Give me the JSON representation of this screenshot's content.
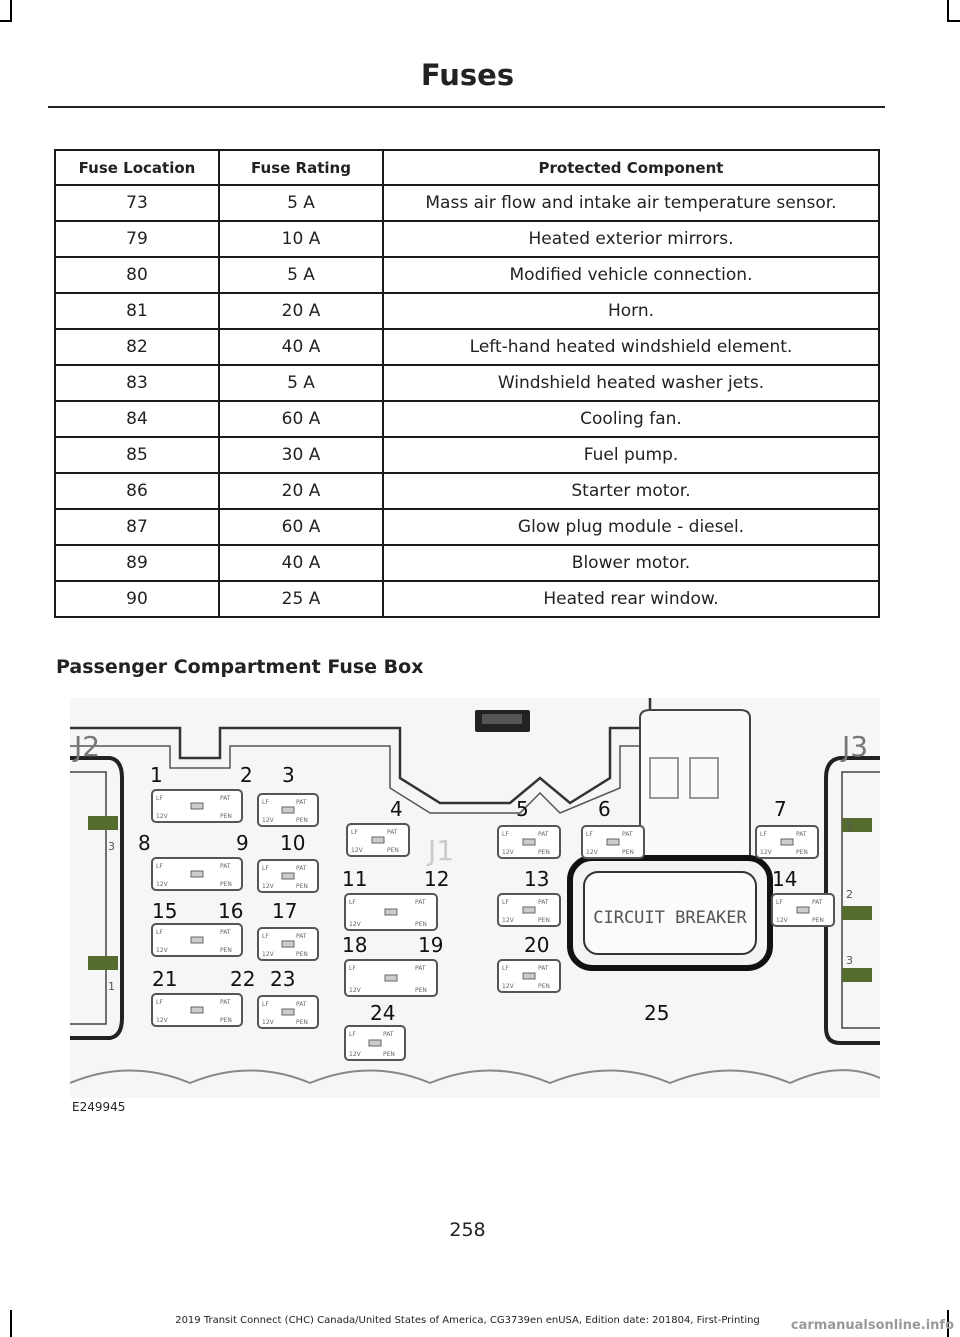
{
  "header": {
    "title": "Fuses"
  },
  "table": {
    "columns": [
      "Fuse Location",
      "Fuse Rating",
      "Protected Component"
    ],
    "rows": [
      [
        "73",
        "5 A",
        "Mass air flow and intake air temperature sensor."
      ],
      [
        "79",
        "10 A",
        "Heated exterior mirrors."
      ],
      [
        "80",
        "5 A",
        "Modified vehicle connection."
      ],
      [
        "81",
        "20 A",
        "Horn."
      ],
      [
        "82",
        "40 A",
        "Left-hand heated windshield element."
      ],
      [
        "83",
        "5 A",
        "Windshield heated washer jets."
      ],
      [
        "84",
        "60 A",
        "Cooling fan."
      ],
      [
        "85",
        "30 A",
        "Fuel pump."
      ],
      [
        "86",
        "20 A",
        "Starter motor."
      ],
      [
        "87",
        "60 A",
        "Glow plug module - diesel."
      ],
      [
        "89",
        "40 A",
        "Blower motor."
      ],
      [
        "90",
        "25 A",
        "Heated rear window."
      ]
    ]
  },
  "section": {
    "heading": "Passenger Compartment Fuse Box"
  },
  "figure": {
    "id": "E249945",
    "connectors": [
      "J2",
      "J1",
      "J3"
    ],
    "breaker_label": "CIRCUIT  BREAKER",
    "fuse_numbers": [
      "1",
      "2",
      "3",
      "4",
      "5",
      "6",
      "7",
      "8",
      "9",
      "10",
      "11",
      "12",
      "13",
      "14",
      "15",
      "16",
      "17",
      "18",
      "19",
      "20",
      "21",
      "22",
      "23",
      "24",
      "25"
    ],
    "side_slot_numbers": [
      "3",
      "1",
      "1",
      "2",
      "3"
    ],
    "fuse_markings": [
      "LF",
      "12V",
      "PAT",
      "PEN"
    ]
  },
  "page": {
    "number": "258"
  },
  "footer": {
    "text": "2019 Transit Connect (CHC) Canada/United States of America, CG3739en enUSA, Edition date: 201804, First-Printing"
  },
  "watermark": {
    "text": "carmanualsonline.info"
  }
}
